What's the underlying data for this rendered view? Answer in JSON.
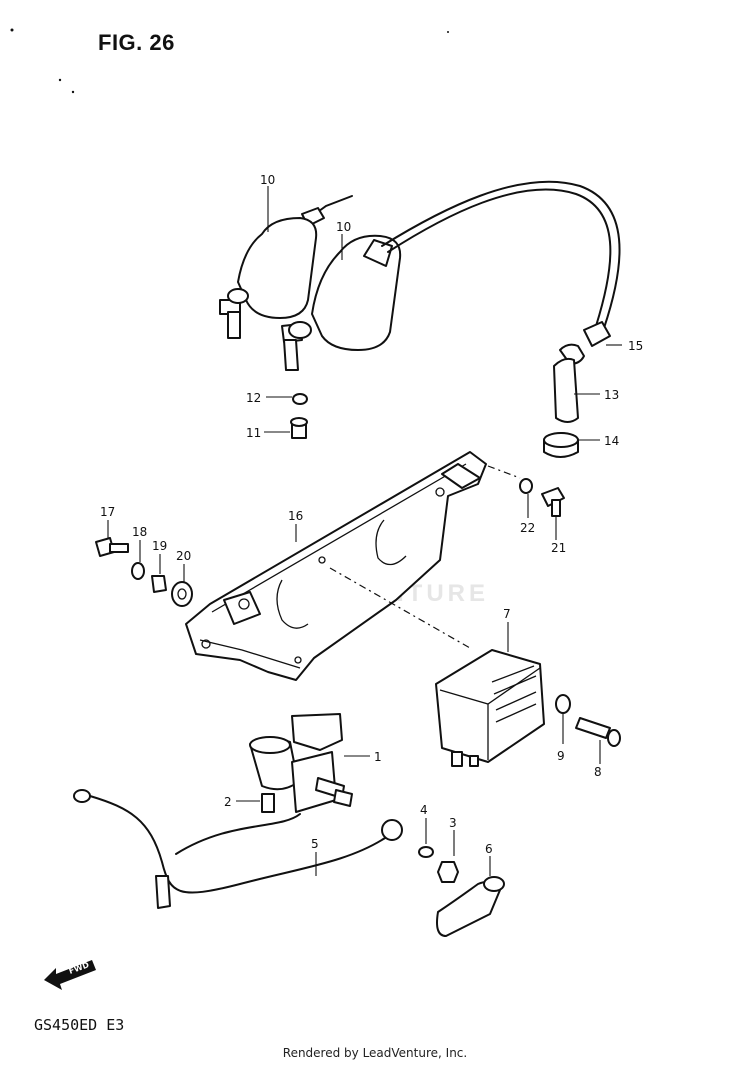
{
  "figure": {
    "title": "FIG. 26",
    "model_code": "GS450ED E3",
    "watermark": "LEADVENTURE",
    "footer": "Rendered by LeadVenture, Inc.",
    "fwd_label": "FWD"
  },
  "callouts": [
    "10",
    "10",
    "15",
    "13",
    "14",
    "12",
    "11",
    "22",
    "21",
    "16",
    "17",
    "18",
    "19",
    "20",
    "7",
    "9",
    "8",
    "1",
    "2",
    "4",
    "3",
    "6",
    "5"
  ]
}
